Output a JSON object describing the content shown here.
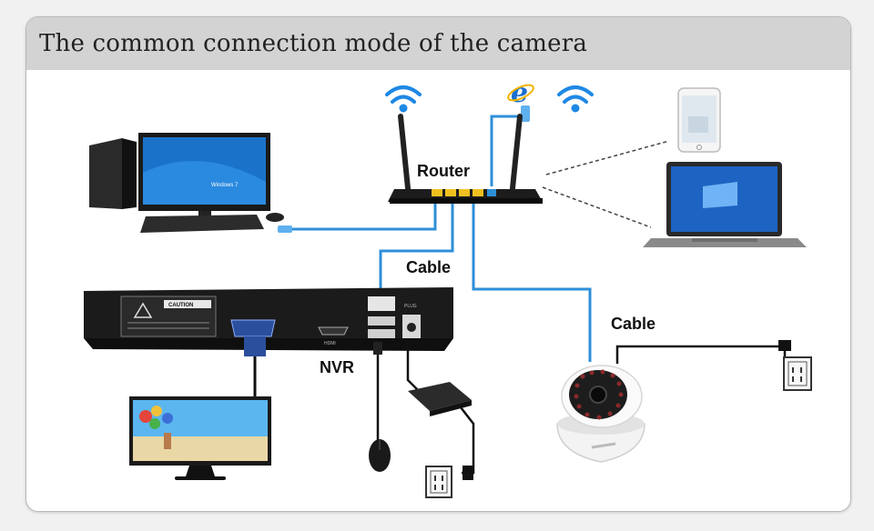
{
  "title": "The common connection mode of the camera",
  "labels": {
    "router": "Router",
    "cable_nvr": "Cable",
    "cable_camera": "Cable",
    "nvr": "NVR"
  },
  "device_text": {
    "caution": "CAUTION",
    "nvr_port_label": "PLUG",
    "hdmi_label": "HDMI",
    "win_logo": "Windows 7"
  },
  "colors": {
    "cable_blue": "#2e8fd8",
    "wifi_blue": "#1e88e5",
    "header_bg": "#d3d3d3"
  }
}
